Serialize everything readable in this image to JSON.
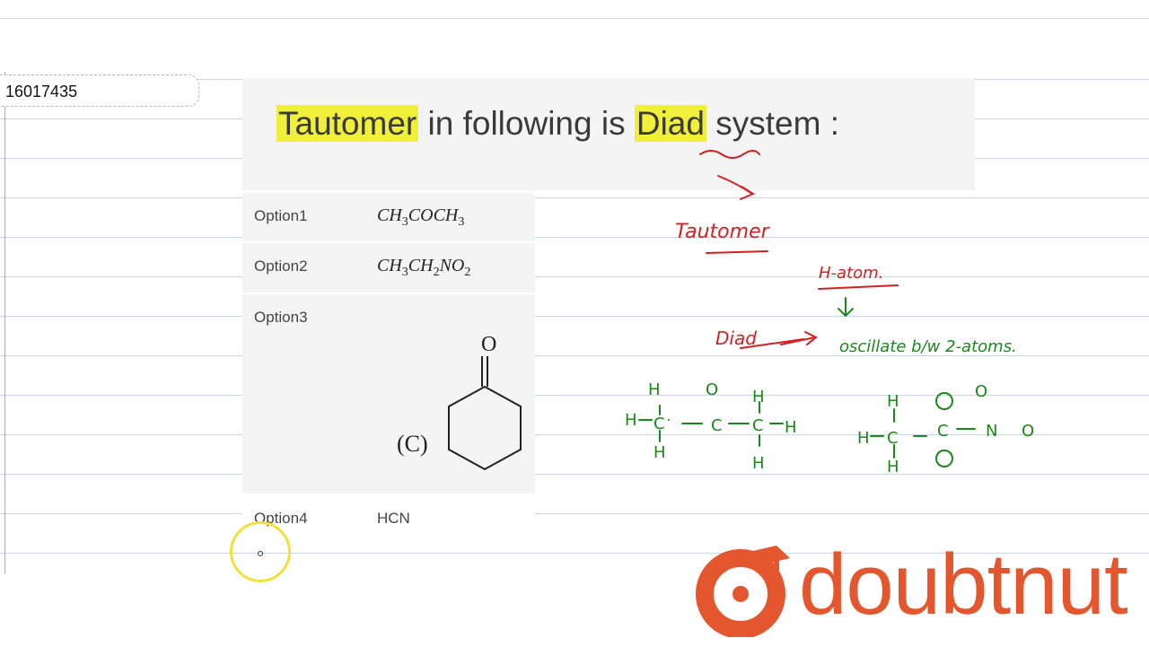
{
  "question_id": "16017435",
  "question": {
    "part1": "Tautomer",
    "part2": " in following is ",
    "part3": "Diad",
    "part4": " system :"
  },
  "options": [
    {
      "label": "Option1",
      "value": "CH3COCH3"
    },
    {
      "label": "Option2",
      "value": "CH3CH2NO2"
    },
    {
      "label": "Option3",
      "value": "(C)",
      "structure_label": "O"
    },
    {
      "label": "Option4",
      "value": "HCN"
    }
  ],
  "annotations": {
    "tautomer": "Tautomer",
    "h_atom": "H-atom.",
    "diad": "Diad",
    "oscillate": "oscillate b/w 2-atoms."
  },
  "brand": {
    "name": "doubtnut",
    "color": "#e4572e"
  },
  "colors": {
    "highlight": "#f0f03a",
    "red_ink": "#d42020",
    "green_ink": "#1a8a1a"
  }
}
